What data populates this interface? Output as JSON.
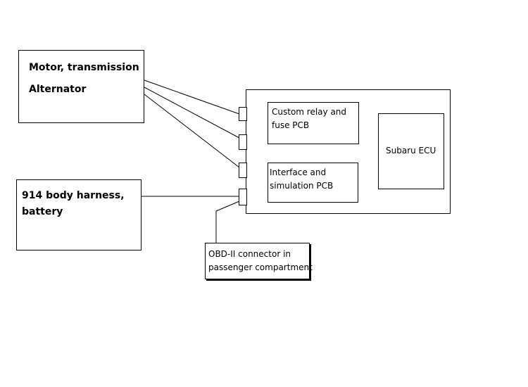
{
  "motor_box": {
    "line1": "Motor, transmission",
    "line2": "Alternator"
  },
  "harness_box": {
    "line1": "914 body harness,",
    "line2": "battery"
  },
  "relay_pcb": {
    "line1": "Custom relay and",
    "line2": "fuse PCB"
  },
  "interface_pcb": {
    "line1": "Interface and",
    "line2": "simulation PCB"
  },
  "ecu": {
    "label": "Subaru ECU"
  },
  "obd": {
    "line1": "OBD-II connector in",
    "line2": "passenger compartment"
  }
}
